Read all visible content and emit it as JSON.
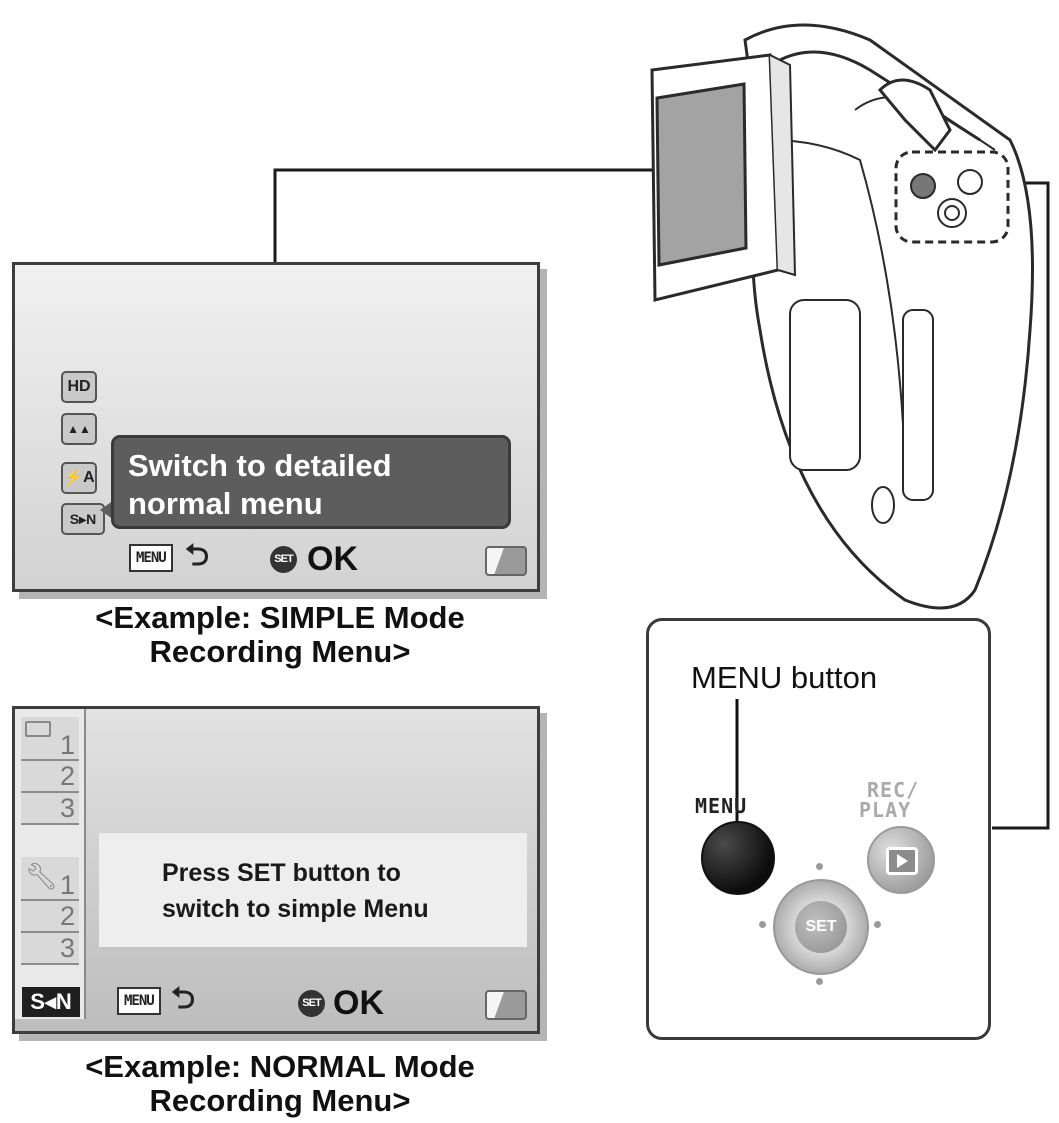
{
  "simple_screen": {
    "icons": [
      {
        "name": "hd-icon",
        "label": "HD"
      },
      {
        "name": "scene-icon",
        "label": "▲▲"
      },
      {
        "name": "flash-auto-icon",
        "label": "⚡A"
      },
      {
        "name": "simple-normal-icon",
        "label": "S▸N"
      }
    ],
    "tooltip_line1": "Switch to detailed",
    "tooltip_line2": "normal menu",
    "menu_badge": "MENU",
    "return_glyph": "⮌",
    "set_badge": "SET",
    "ok_label": "OK"
  },
  "simple_caption": {
    "line1": "<Example: SIMPLE Mode",
    "line2": "Recording Menu>"
  },
  "normal_screen": {
    "tab_group1": [
      "1",
      "2",
      "3"
    ],
    "tab_group2": [
      "1",
      "2",
      "3"
    ],
    "message_line1": "Press SET button to",
    "message_line2": "switch to simple Menu",
    "mode_badge": "S◂N",
    "menu_badge": "MENU",
    "return_glyph": "⮌",
    "set_badge": "SET",
    "ok_label": "OK"
  },
  "normal_caption": {
    "line1": "<Example: NORMAL Mode",
    "line2": "Recording Menu>"
  },
  "button_panel": {
    "label": "MENU button",
    "menu_button_text": "MENU",
    "rec_play_line1": "REC/",
    "rec_play_line2": "PLAY",
    "set_button_text": "SET"
  }
}
